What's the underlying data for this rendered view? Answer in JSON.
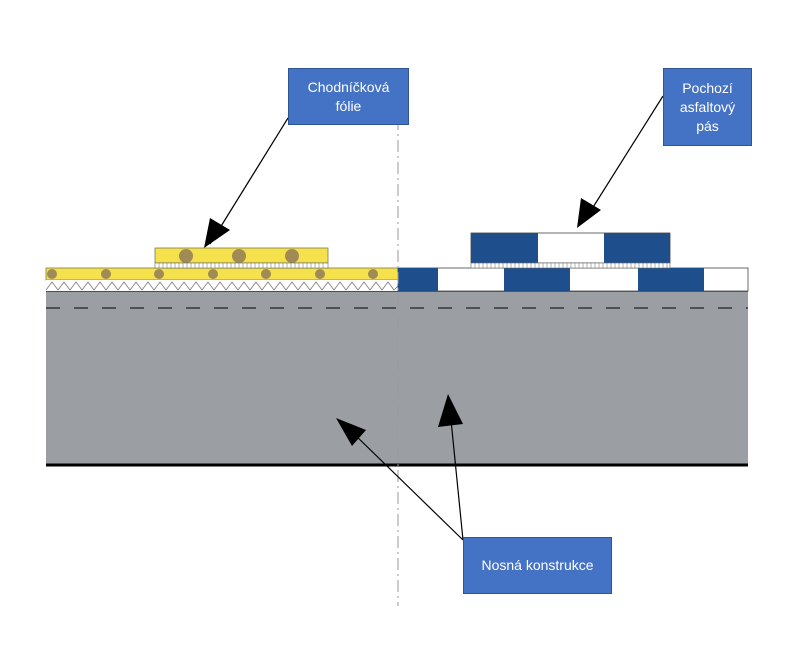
{
  "labels": {
    "membrane_left": [
      "Chodníčková",
      "fólie"
    ],
    "membrane_right": [
      "Pochozí",
      "asfaltový",
      "pás"
    ],
    "structure": "Nosná konstrukce"
  },
  "colors": {
    "label_fill": "#4472C4",
    "label_border": "#2F5597",
    "structure_fill": "#9B9FA3",
    "yellow_foil": "#F5E14B",
    "foil_dots": "#A08A55",
    "asphalt_dark": "#1F4E8C"
  }
}
